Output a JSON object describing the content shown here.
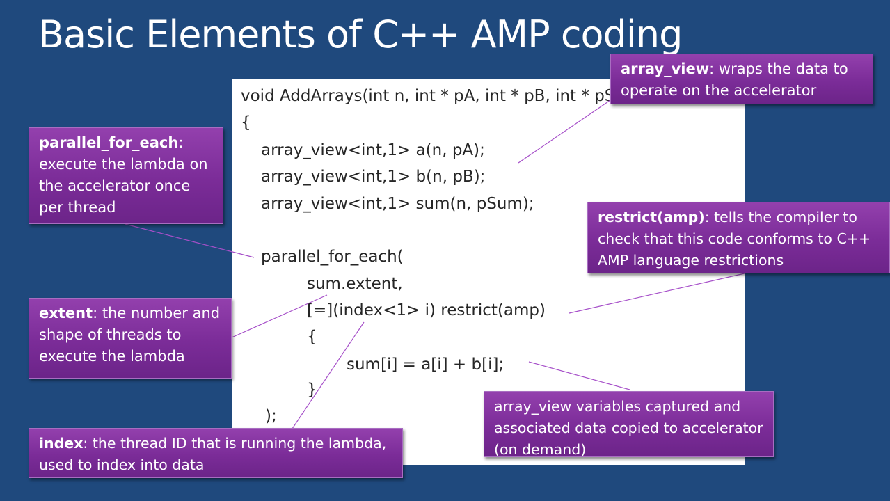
{
  "slide": {
    "title": "Basic Elements of C++ AMP coding"
  },
  "code": {
    "lines": [
      "void AddArrays(int n, int * pA, int * pB, int * pSum)",
      "{",
      "array_view<int,1> a(n, pA);",
      "array_view<int,1> b(n, pB);",
      "array_view<int,1> sum(n, pSum);",
      "parallel_for_each(",
      "sum.extent,",
      "[=](index<1> i) restrict(amp)",
      "{",
      "sum[i] = a[i] + b[i];",
      "}",
      ");"
    ]
  },
  "callouts": {
    "array_view": {
      "term": "array_view",
      "text": ": wraps the data to operate on the accelerator"
    },
    "parallel_for_each": {
      "term": "parallel_for_each",
      "text": ": execute the lambda on the accelerator once per thread"
    },
    "restrict": {
      "term": "restrict(amp)",
      "text": ": tells the compiler to check that this code conforms to C++ AMP language restrictions"
    },
    "extent": {
      "term": "extent",
      "text": ": the number and shape of threads to execute the lambda"
    },
    "captured": {
      "text": "array_view variables captured and associated data copied to accelerator (on demand)"
    },
    "index": {
      "term": "index",
      "text": ": the thread ID that is running the lambda, used to index into data"
    }
  },
  "colors": {
    "background": "#1f497d",
    "callout_fill": "#7b2c98",
    "connector": "#a64fc9",
    "code_text": "#262626"
  }
}
